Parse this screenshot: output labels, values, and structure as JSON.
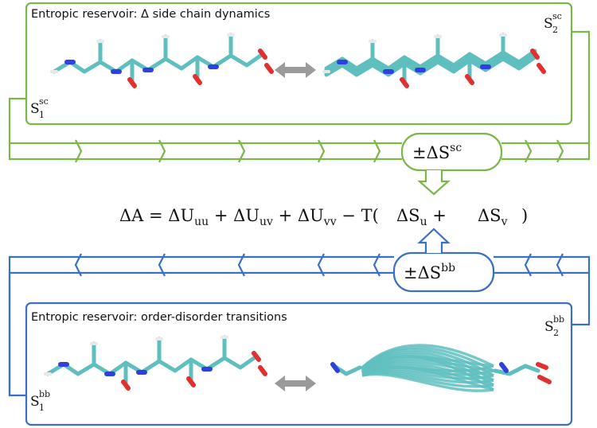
{
  "top_panel": {
    "title": "Entropic reservoir: Δ side chain dynamics",
    "state1": {
      "base": "S",
      "sub": "1",
      "sup": "sc"
    },
    "state2": {
      "base": "S",
      "sub": "2",
      "sup": "sc"
    },
    "accent": "#7ab648"
  },
  "bottom_panel": {
    "title": "Entropic reservoir: order-disorder transitions",
    "state1": {
      "base": "S",
      "sub": "1",
      "sup": "bb"
    },
    "state2": {
      "base": "S",
      "sub": "2",
      "sup": "bb"
    },
    "accent": "#3a6fc4"
  },
  "bubbles": {
    "sc": {
      "prefix": "±ΔS",
      "sup": "sc"
    },
    "bb": {
      "prefix": "±ΔS",
      "sup": "bb"
    }
  },
  "equation": {
    "lhs": "ΔA = ",
    "terms": [
      {
        "base": "ΔU",
        "sub": "uu",
        "after": " + "
      },
      {
        "base": "ΔU",
        "sub": "uv",
        "after": " + "
      },
      {
        "base": "ΔU",
        "sub": "vv",
        "after": " − T("
      }
    ],
    "entropy_terms": [
      {
        "base": "ΔS",
        "sub": "u",
        "after": " +"
      },
      {
        "base": "ΔS",
        "sub": "v",
        "after": ""
      }
    ],
    "close": ")"
  },
  "molecule_colors": {
    "carbon": "#5fbfbf",
    "oxygen": "#e03030",
    "nitrogen": "#3040e0",
    "hydrogen": "#e8e8e8",
    "arrow": "#9a9a9a"
  }
}
